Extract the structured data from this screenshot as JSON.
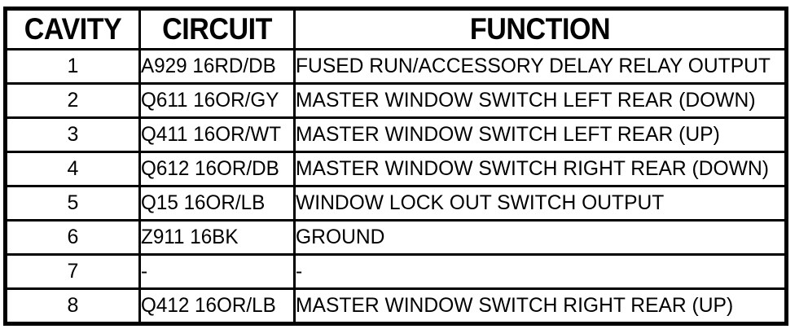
{
  "table": {
    "columns": [
      {
        "key": "cavity",
        "label": "CAVITY",
        "align": "center"
      },
      {
        "key": "circuit",
        "label": "CIRCUIT",
        "align": "left"
      },
      {
        "key": "function",
        "label": "FUNCTION",
        "align": "left"
      }
    ],
    "rows": [
      {
        "cavity": "1",
        "circuit": "A929 16RD/DB",
        "function": "FUSED RUN/ACCESSORY DELAY RELAY OUTPUT"
      },
      {
        "cavity": "2",
        "circuit": "Q611 16OR/GY",
        "function": "MASTER WINDOW SWITCH LEFT REAR (DOWN)"
      },
      {
        "cavity": "3",
        "circuit": "Q411 16OR/WT",
        "function": "MASTER WINDOW SWITCH LEFT REAR (UP)"
      },
      {
        "cavity": "4",
        "circuit": "Q612 16OR/DB",
        "function": "MASTER WINDOW SWITCH RIGHT REAR (DOWN)"
      },
      {
        "cavity": "5",
        "circuit": "Q15 16OR/LB",
        "function": "WINDOW LOCK OUT SWITCH OUTPUT"
      },
      {
        "cavity": "6",
        "circuit": "Z911 16BK",
        "function": "GROUND"
      },
      {
        "cavity": "7",
        "circuit": "-",
        "function": "-"
      },
      {
        "cavity": "8",
        "circuit": "Q412 16OR/LB",
        "function": "MASTER WINDOW SWITCH RIGHT REAR (UP)"
      }
    ]
  },
  "colors": {
    "rule": "#000000",
    "text": "#000000",
    "background": "#ffffff"
  }
}
